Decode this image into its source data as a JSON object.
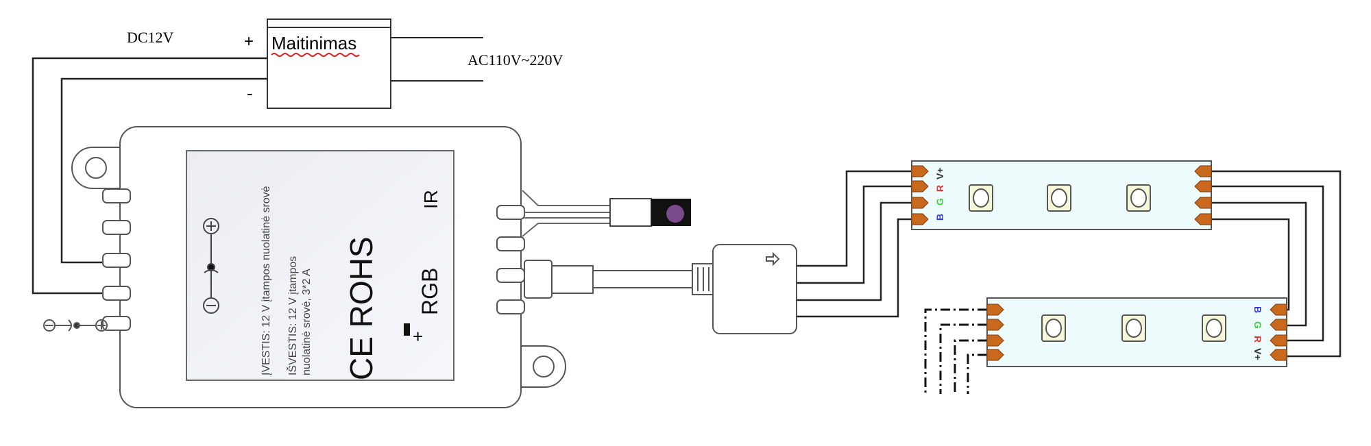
{
  "power_supply": {
    "label": "Maitinimas",
    "dc_label": "DC12V",
    "ac_label": "AC110V~220V",
    "plus": "+",
    "minus": "-"
  },
  "controller": {
    "input_text": "ĮVESTIS: 12 V įtampos nuolatinė srovė",
    "output_text_line1": "IŠVESTIS: 12 V įtampos",
    "output_text_line2": "nuolatinė srovė, 3*2 A",
    "ce_rohs": "CE ROHS",
    "rgb": "RGB",
    "ir": "IR",
    "plus_mark": "+"
  },
  "strip": {
    "labels": [
      "B",
      "G",
      "R",
      "V+"
    ],
    "colors": {
      "B": "#3a3ad8",
      "G": "#3ccf3c",
      "R": "#e8383a",
      "V+": "#333333"
    }
  },
  "colors": {
    "pad": "#c8691e",
    "strip_fill": "#eefbfd",
    "ir_lens": "#7a4a8a"
  }
}
